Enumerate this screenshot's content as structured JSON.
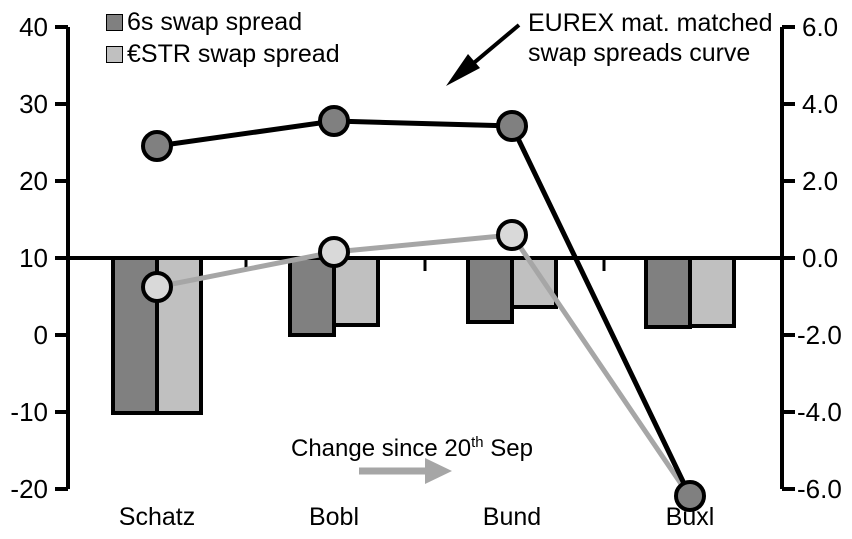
{
  "chart_data": {
    "type": "bar",
    "title": "",
    "subtitle": "",
    "xlabel": "",
    "ylabel": "",
    "categories": [
      "Schatz",
      "Bobl",
      "Bund",
      "Buxl"
    ],
    "grid": false,
    "legend_position": "top-left",
    "axes": {
      "left": {
        "ticks": [
          "40",
          "30",
          "20",
          "10",
          "0",
          "-10",
          "-20"
        ],
        "values": [
          40,
          30,
          20,
          10,
          0,
          -10,
          -20
        ],
        "ylim": [
          -20,
          40
        ],
        "assigned_series": [
          "EUREX mat. matched swap spreads curve"
        ]
      },
      "right": {
        "ticks": [
          "6.0",
          "4.0",
          "2.0",
          "0.0",
          "-2.0",
          "-4.0",
          "-6.0"
        ],
        "values": [
          6.0,
          4.0,
          2.0,
          0.0,
          -2.0,
          -4.0,
          -6.0
        ],
        "ylim": [
          -6.0,
          6.0
        ],
        "assigned_series": [
          "6s swap spread",
          "€STR swap spread",
          "change curve"
        ]
      }
    },
    "series": [
      {
        "name": "6s swap spread",
        "kind": "bar",
        "axis": "right",
        "color": "#808080",
        "values": [
          -4.1,
          -2.0,
          -1.65,
          -1.8
        ]
      },
      {
        "name": "€STR swap spread",
        "kind": "bar",
        "axis": "right",
        "color": "#c0c0c0",
        "values": [
          -4.1,
          -1.75,
          -1.28,
          -1.78
        ]
      },
      {
        "name": "EUREX mat. matched swap spreads curve",
        "kind": "line",
        "axis": "left",
        "color": "#000000",
        "marker": "circle",
        "marker_fill": "#808080",
        "values": [
          24.6,
          27.9,
          27.3,
          -18.0
        ]
      },
      {
        "name": "change curve",
        "kind": "line",
        "axis": "right",
        "color": "#a6a6a6",
        "marker": "circle",
        "marker_fill": "#d9d9d9",
        "values": [
          -0.75,
          0.15,
          0.6,
          -6.2
        ]
      }
    ],
    "annotations": [
      {
        "name": "curve-callout",
        "line1": "EUREX mat. matched",
        "line2": "swap spreads curve",
        "arrow": "down-left"
      },
      {
        "name": "change-note",
        "prefix": "Change since 20",
        "sup": "th",
        "suffix": " Sep",
        "arrow": "right"
      }
    ]
  },
  "legend": {
    "items": [
      {
        "label": "6s swap spread",
        "color": "#808080"
      },
      {
        "label": "€STR swap spread",
        "color": "#c0c0c0"
      }
    ]
  },
  "axis_left": {
    "t0": "40",
    "t1": "30",
    "t2": "20",
    "t3": "10",
    "t4": "0",
    "t5": "-10",
    "t6": "-20"
  },
  "axis_right": {
    "t0": "6.0",
    "t1": "4.0",
    "t2": "2.0",
    "t3": "0.0",
    "t4": "-2.0",
    "t5": "-4.0",
    "t6": "-6.0"
  },
  "categories": {
    "c0": "Schatz",
    "c1": "Bobl",
    "c2": "Bund",
    "c3": "Buxl"
  },
  "annotations": {
    "curve_line1": "EUREX mat. matched",
    "curve_line2": "swap spreads curve",
    "change_prefix": "Change since 20",
    "change_sup": "th",
    "change_suffix": " Sep"
  },
  "colors": {
    "bar_dark": "#808080",
    "bar_light": "#c0c0c0",
    "line_dark": "#000000",
    "line_light": "#a6a6a6",
    "marker_dark_fill": "#808080",
    "marker_light_fill": "#d9d9d9",
    "axis": "#000000"
  }
}
